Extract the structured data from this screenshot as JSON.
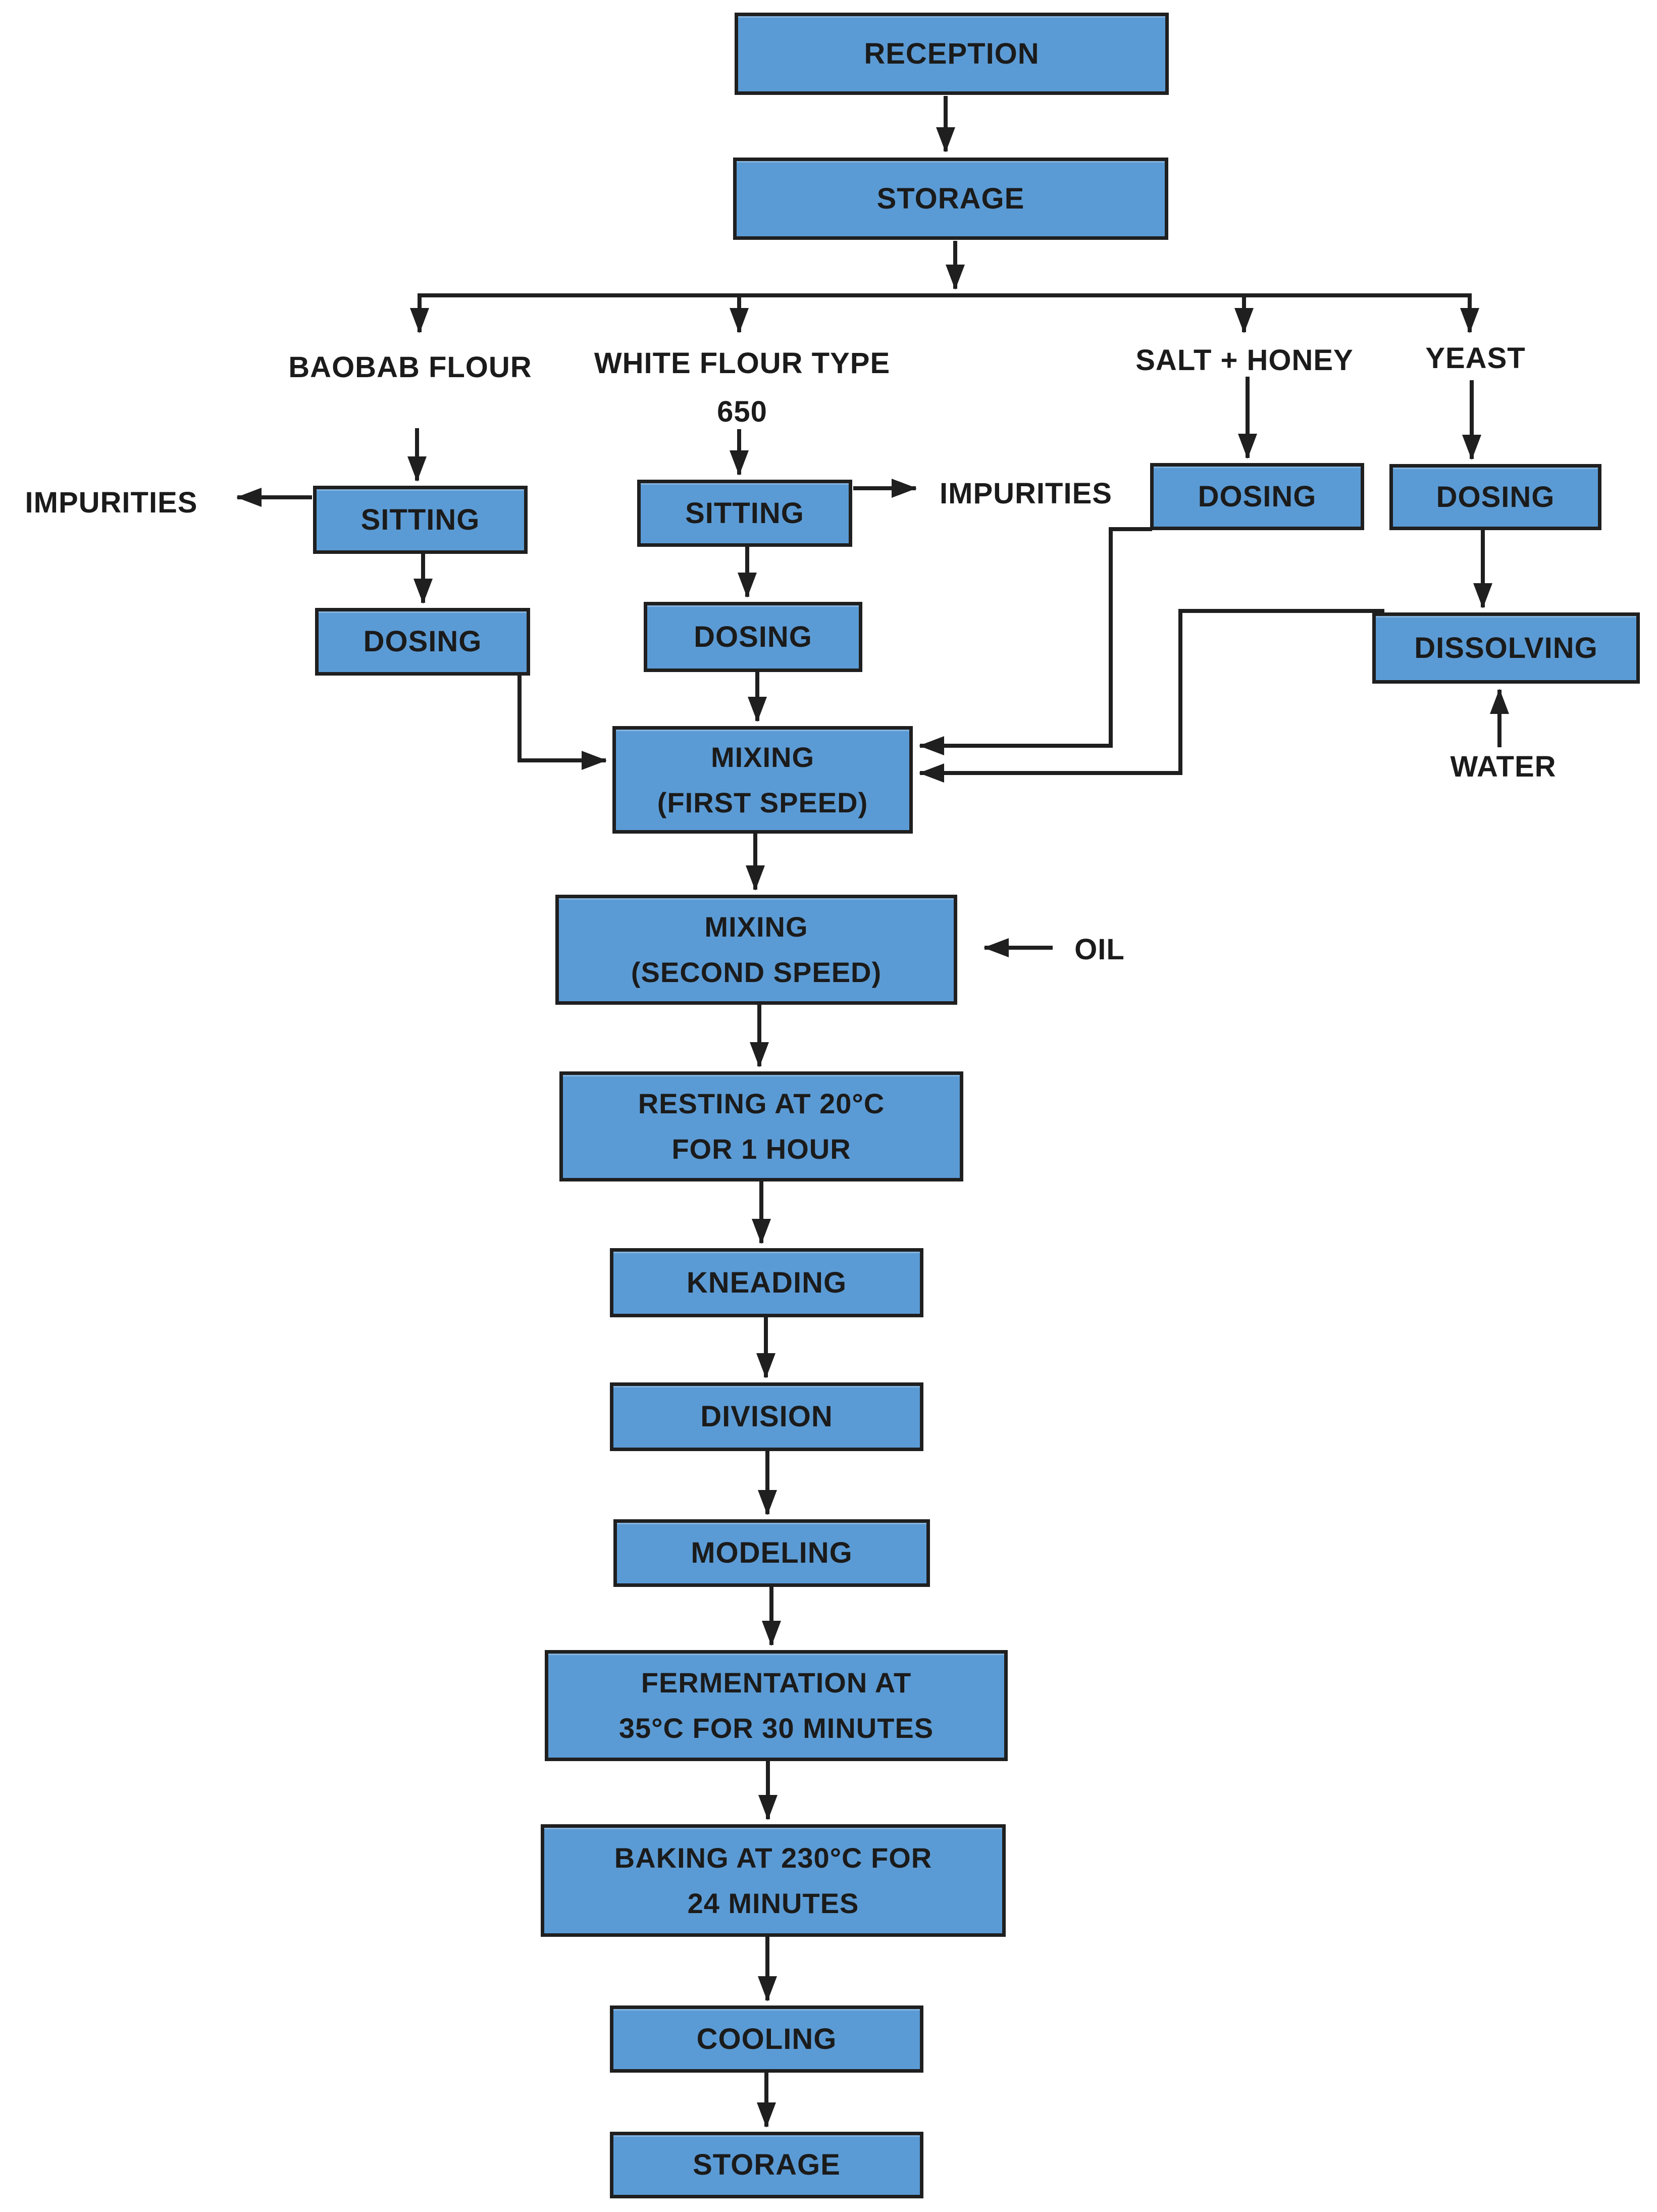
{
  "colors": {
    "box_fill": "#5b9bd5",
    "box_border": "#1f1f1f",
    "line": "#1f1f1f",
    "text": "#1b1b1b",
    "background": "#ffffff"
  },
  "nodes": {
    "reception": {
      "label": "RECEPTION"
    },
    "storage_top": {
      "label": "STORAGE"
    },
    "sitting_baobab": {
      "label": "SITTING"
    },
    "sitting_white": {
      "label": "SITTING"
    },
    "dosing_baobab": {
      "label": "DOSING"
    },
    "dosing_white": {
      "label": "DOSING"
    },
    "dosing_salt": {
      "label": "DOSING"
    },
    "dosing_yeast": {
      "label": "DOSING"
    },
    "dissolving": {
      "label": "DISSOLVING"
    },
    "mixing_first": {
      "label": "MIXING\n(FIRST SPEED)"
    },
    "mixing_second": {
      "label": "MIXING\n(SECOND SPEED)"
    },
    "resting": {
      "label": "RESTING AT 20°C\nFOR 1 HOUR"
    },
    "kneading": {
      "label": "KNEADING"
    },
    "division": {
      "label": "DIVISION"
    },
    "modeling": {
      "label": "MODELING"
    },
    "fermentation": {
      "label": "FERMENTATION AT\n35°C FOR 30 MINUTES"
    },
    "baking": {
      "label": "BAKING AT 230°C FOR\n24 MINUTES"
    },
    "cooling": {
      "label": "COOLING"
    },
    "storage_bottom": {
      "label": "STORAGE"
    }
  },
  "annotations": {
    "baobab_flour": {
      "label": "BAOBAB FLOUR"
    },
    "white_flour": {
      "label": "WHITE FLOUR TYPE\n650"
    },
    "salt_honey": {
      "label": "SALT + HONEY"
    },
    "yeast": {
      "label": "YEAST"
    },
    "impurities_left": {
      "label": "IMPURITIES"
    },
    "impurities_right": {
      "label": "IMPURITIES"
    },
    "water": {
      "label": "WATER"
    },
    "oil": {
      "label": "OIL"
    }
  },
  "edges": [
    {
      "from": "RECEPTION",
      "to": "STORAGE"
    },
    {
      "from": "STORAGE",
      "to": "BAOBAB FLOUR"
    },
    {
      "from": "STORAGE",
      "to": "WHITE FLOUR TYPE 650"
    },
    {
      "from": "STORAGE",
      "to": "SALT + HONEY"
    },
    {
      "from": "STORAGE",
      "to": "YEAST"
    },
    {
      "from": "BAOBAB FLOUR",
      "to": "SITTING"
    },
    {
      "from": "SITTING (baobab)",
      "to": "IMPURITIES"
    },
    {
      "from": "SITTING (baobab)",
      "to": "DOSING"
    },
    {
      "from": "DOSING (baobab)",
      "to": "MIXING (FIRST SPEED)"
    },
    {
      "from": "WHITE FLOUR TYPE 650",
      "to": "SITTING"
    },
    {
      "from": "SITTING (white flour)",
      "to": "IMPURITIES"
    },
    {
      "from": "SITTING (white flour)",
      "to": "DOSING"
    },
    {
      "from": "DOSING (white flour)",
      "to": "MIXING (FIRST SPEED)"
    },
    {
      "from": "SALT + HONEY",
      "to": "DOSING"
    },
    {
      "from": "DOSING (salt + honey)",
      "to": "MIXING (FIRST SPEED)"
    },
    {
      "from": "YEAST",
      "to": "DOSING"
    },
    {
      "from": "DOSING (yeast)",
      "to": "DISSOLVING"
    },
    {
      "from": "WATER",
      "to": "DISSOLVING"
    },
    {
      "from": "DISSOLVING",
      "to": "MIXING (FIRST SPEED)"
    },
    {
      "from": "MIXING (FIRST SPEED)",
      "to": "MIXING (SECOND SPEED)"
    },
    {
      "from": "OIL",
      "to": "MIXING (SECOND SPEED)"
    },
    {
      "from": "MIXING (SECOND SPEED)",
      "to": "RESTING AT 20°C FOR 1 HOUR"
    },
    {
      "from": "RESTING AT 20°C FOR 1 HOUR",
      "to": "KNEADING"
    },
    {
      "from": "KNEADING",
      "to": "DIVISION"
    },
    {
      "from": "DIVISION",
      "to": "MODELING"
    },
    {
      "from": "MODELING",
      "to": "FERMENTATION AT 35°C FOR 30 MINUTES"
    },
    {
      "from": "FERMENTATION AT 35°C FOR 30 MINUTES",
      "to": "BAKING AT 230°C FOR 24 MINUTES"
    },
    {
      "from": "BAKING AT 230°C FOR 24 MINUTES",
      "to": "COOLING"
    },
    {
      "from": "COOLING",
      "to": "STORAGE"
    }
  ]
}
